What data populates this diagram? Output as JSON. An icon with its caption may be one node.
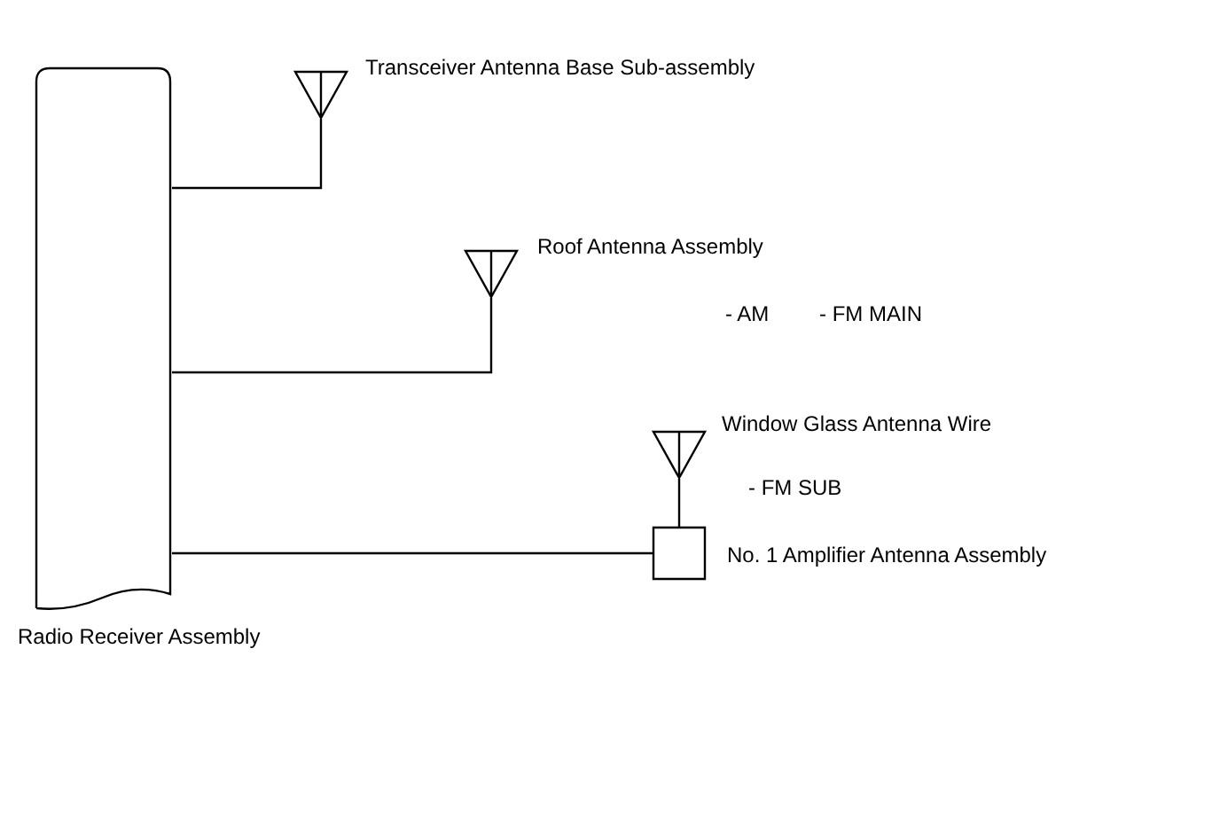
{
  "diagram": {
    "nodes": [
      {
        "text": [
          "Radio Receiver Assembly"
        ]
      },
      {
        "text": [
          "Transceiver Antenna Base Sub-assembly"
        ]
      },
      {
        "text": [
          "Roof Antenna Assembly",
          "- AM",
          "- FM MAIN"
        ]
      },
      {
        "text": [
          "Window Glass Antenna Wire",
          "- FM SUB"
        ]
      },
      {
        "text": [
          "No. 1 Amplifier Antenna Assembly"
        ]
      }
    ],
    "edges": [
      {
        "from": 0,
        "to": 1,
        "arrow": "none"
      },
      {
        "from": 0,
        "to": 2,
        "arrow": "none"
      },
      {
        "from": 0,
        "to": 4,
        "arrow": "none"
      },
      {
        "from": 3,
        "to": 4,
        "arrow": "none"
      }
    ]
  }
}
